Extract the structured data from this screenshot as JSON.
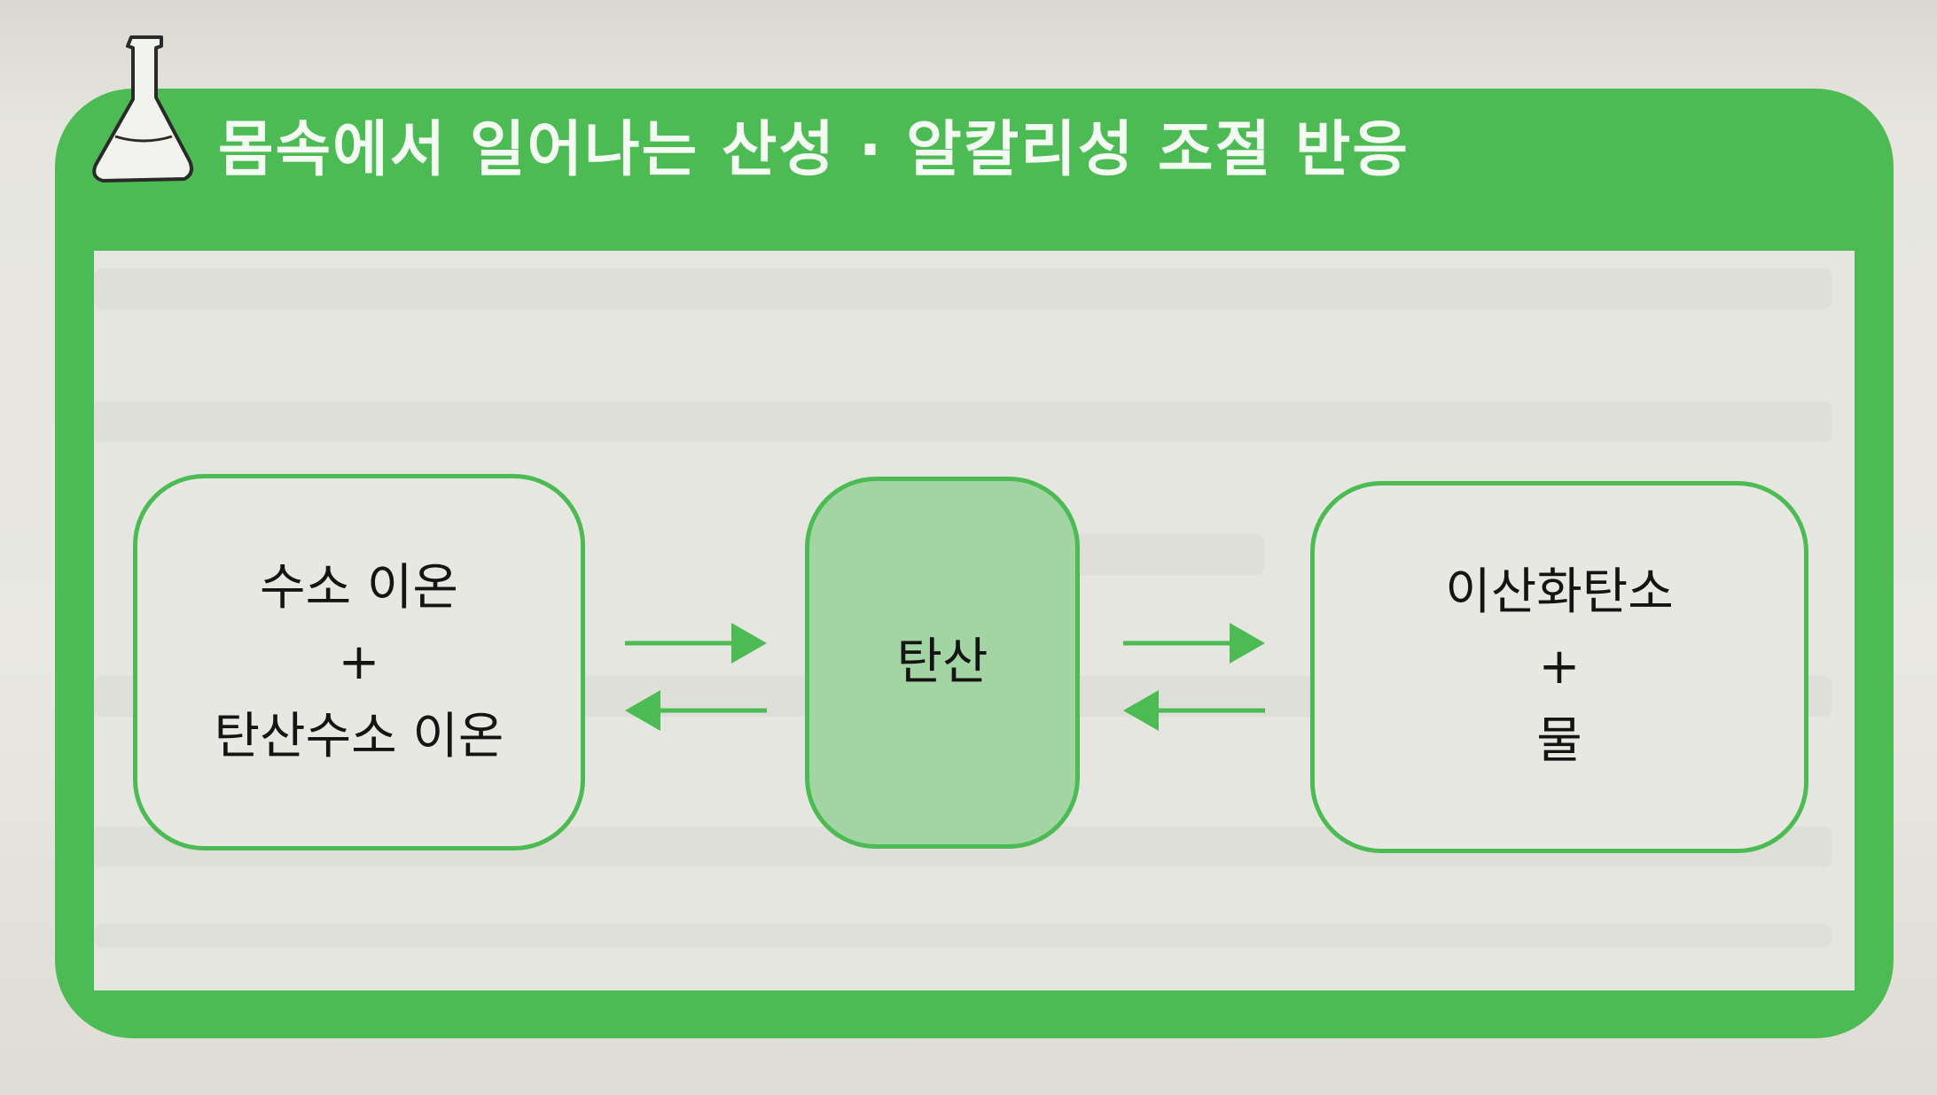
{
  "diagram": {
    "title": "몸속에서 일어나는 산성 · 알칼리성 조절 반응",
    "nodes": [
      {
        "id": "left",
        "lines": [
          "수소 이온",
          "+",
          "탄산수소 이온"
        ]
      },
      {
        "id": "center",
        "lines": [
          "탄산"
        ]
      },
      {
        "id": "right",
        "lines": [
          "이산화탄소",
          "+",
          "물"
        ]
      }
    ],
    "edges": [
      {
        "from": "left",
        "to": "center",
        "type": "reversible"
      },
      {
        "from": "center",
        "to": "right",
        "type": "reversible"
      }
    ],
    "colors": {
      "frame_green": "#4cbb53",
      "center_fill": "#a3d4a3",
      "title_text": "#f4fbf3"
    },
    "icons": [
      "flask-icon"
    ]
  }
}
